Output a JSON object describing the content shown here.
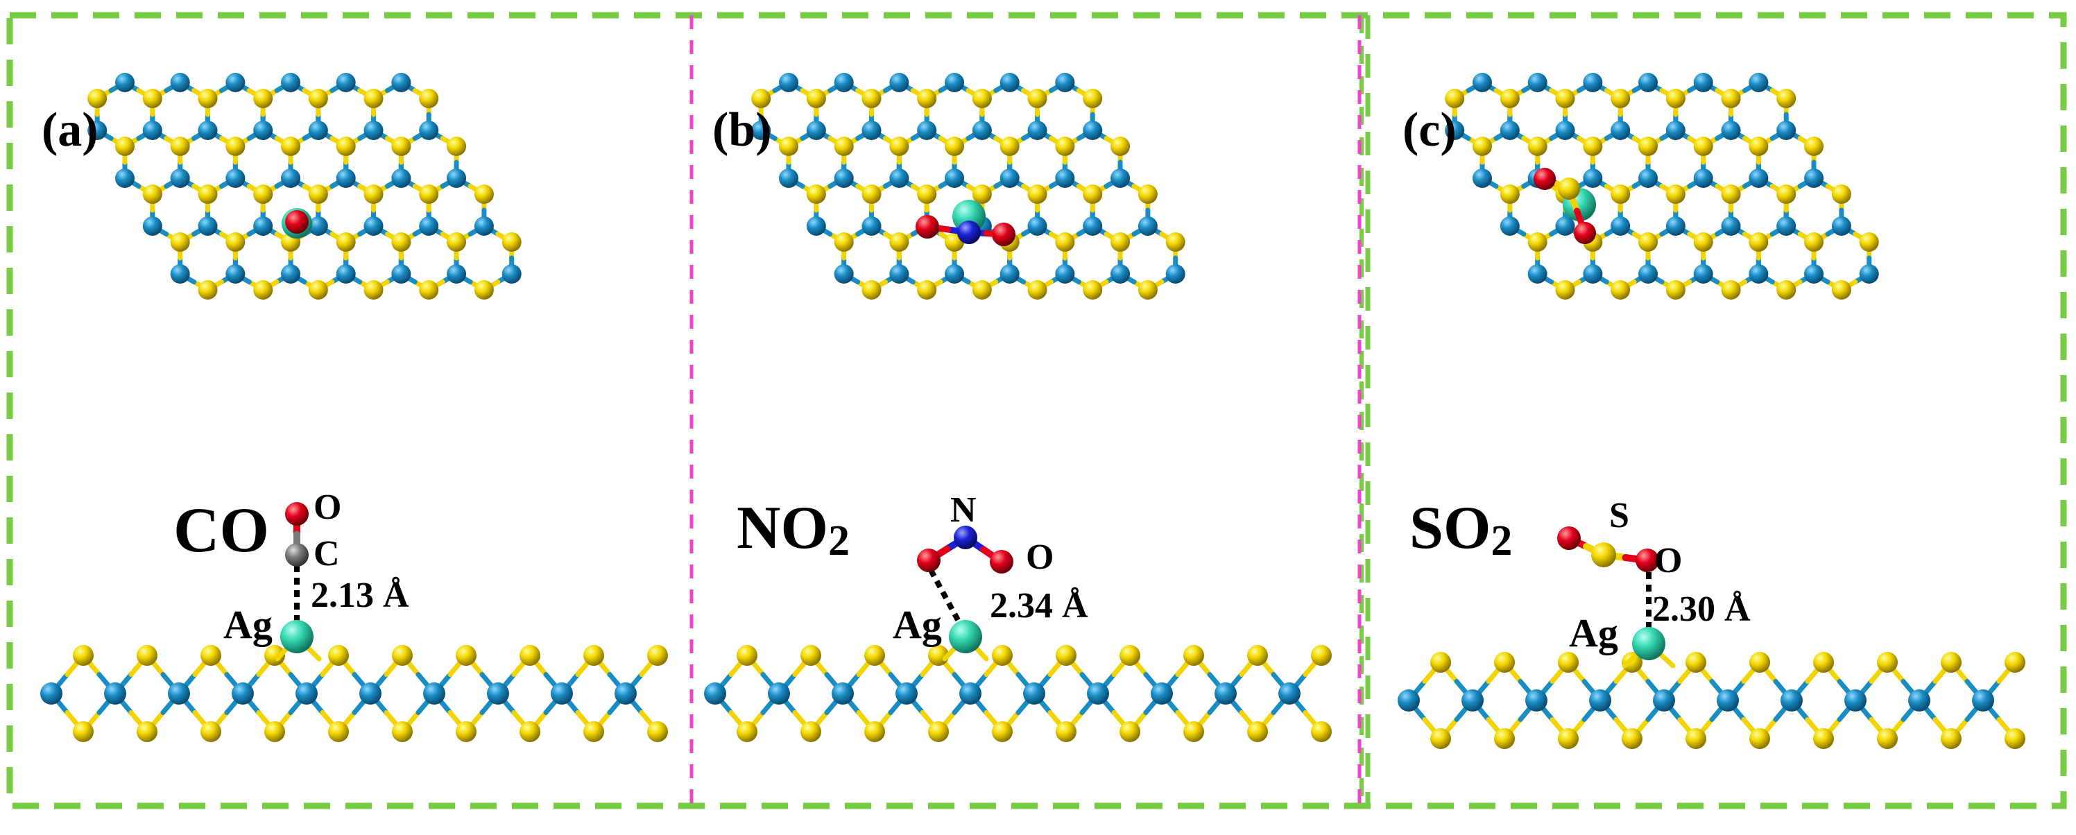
{
  "panels": [
    {
      "id": "a",
      "label": "(a)",
      "molecule": {
        "formula_main": "CO",
        "formula_sub": "",
        "atom_labels": {
          "top": "O",
          "side": "C"
        },
        "distance": "2.13 Å"
      }
    },
    {
      "id": "b",
      "label": "(b)",
      "molecule": {
        "formula_main": "NO",
        "formula_sub": "2",
        "atom_labels": {
          "top": "N",
          "side": "O"
        },
        "distance": "2.34 Å"
      }
    },
    {
      "id": "c",
      "label": "(c)",
      "molecule": {
        "formula_main": "SO",
        "formula_sub": "2",
        "atom_labels": {
          "top": "S",
          "side": "O"
        },
        "distance": "2.30 Å"
      }
    }
  ],
  "ag_label": "Ag",
  "colors": {
    "outer_border": "#77cc44",
    "panel_divider": "#ee44cc",
    "metal_atom": "#1a8cc4",
    "chalcogen_atom": "#f2d500",
    "silver_atom": "#33d6b0",
    "oxygen_atom": "#e3001b",
    "carbon_atom": "#7a7a7a",
    "nitrogen_atom": "#1a22d6"
  },
  "icons": [
    "dashed-border-frame",
    "atom-sphere",
    "bond-line"
  ]
}
